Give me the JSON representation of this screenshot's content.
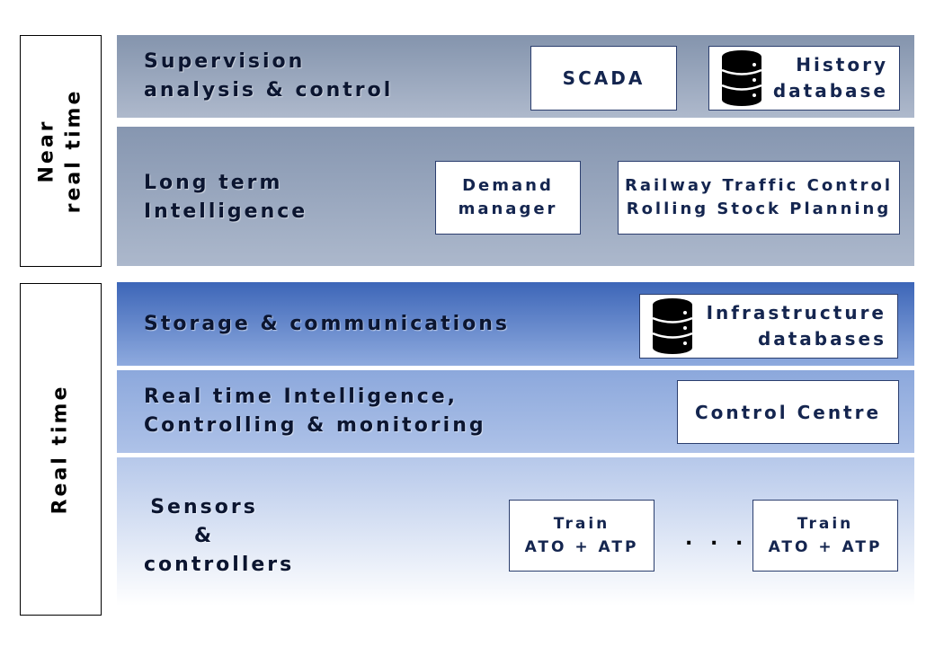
{
  "sides": {
    "near": [
      "Near",
      "real time"
    ],
    "real": "Real time"
  },
  "layers": {
    "supervision": {
      "label": [
        "Supervision",
        "analysis & control"
      ],
      "scada": "SCADA",
      "history": [
        "History",
        "database"
      ]
    },
    "long_term": {
      "label": [
        "Long term",
        "Intelligence"
      ],
      "demand": [
        "Demand",
        "manager"
      ],
      "railway": [
        "Railway Traffic Control",
        "Rolling Stock Planning"
      ]
    },
    "storage": {
      "label": "Storage & communications",
      "infra": [
        "Infrastructure",
        "databases"
      ]
    },
    "realtime": {
      "label": [
        "Real time Intelligence,",
        "Controlling & monitoring"
      ],
      "control": "Control Centre"
    },
    "sensors": {
      "label": [
        "Sensors",
        "&",
        "controllers"
      ],
      "train1": [
        "Train",
        "ATO + ATP"
      ],
      "dots": ". . .",
      "train2": [
        "Train",
        "ATO + ATP"
      ]
    }
  }
}
